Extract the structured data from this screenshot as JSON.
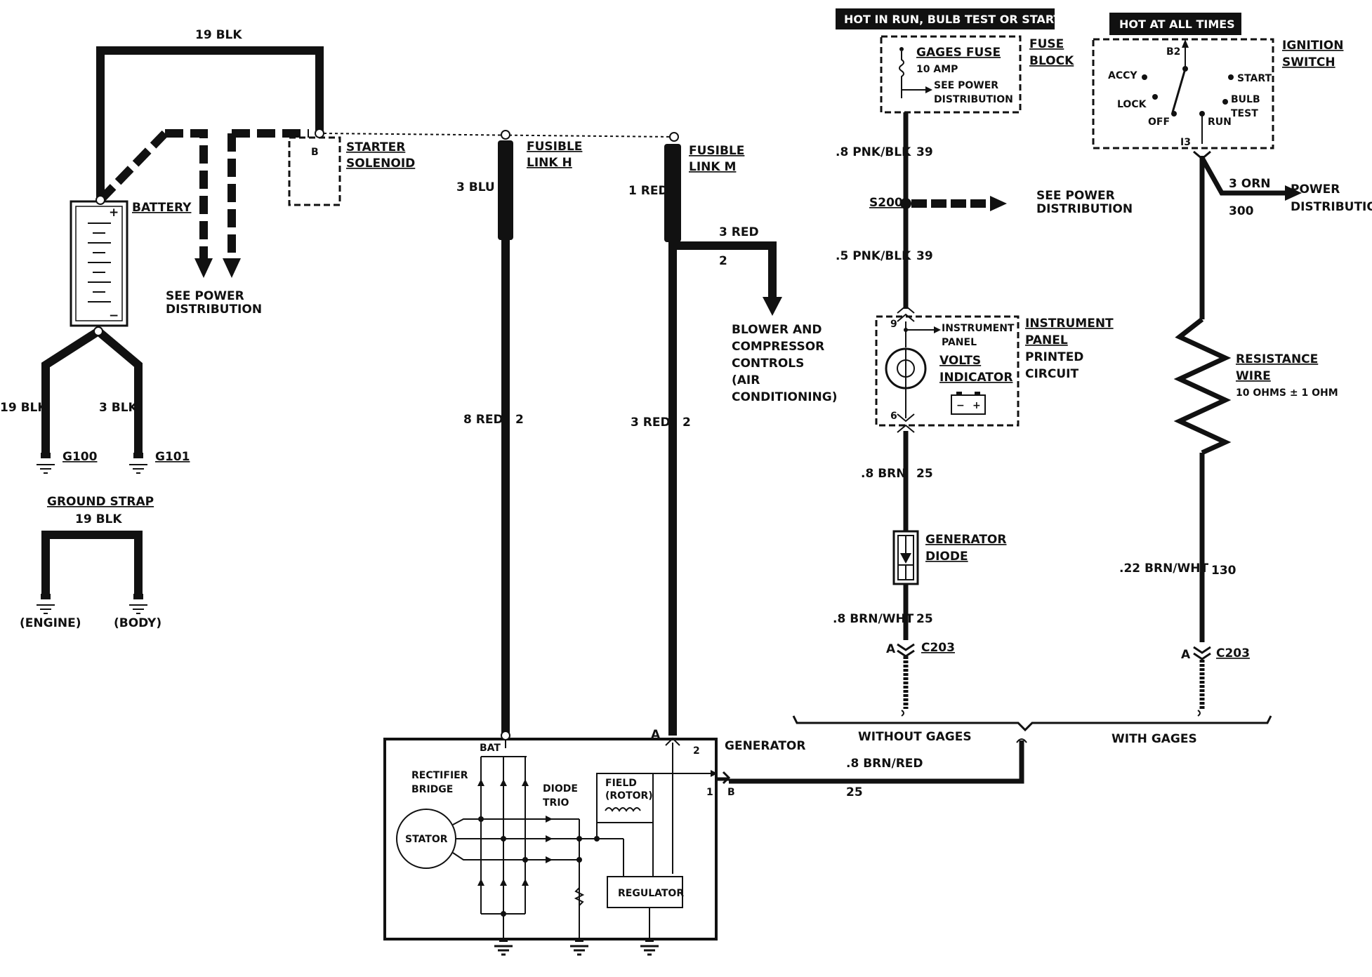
{
  "headers": {
    "hot_run": "HOT IN RUN, BULB TEST OR START",
    "hot_all": "HOT AT ALL TIMES"
  },
  "battery": {
    "label": "BATTERY",
    "top_wire": "19 BLK",
    "left_ground_wire": "19 BLK",
    "right_ground_wire": "3 BLK",
    "g100": "G100",
    "g101": "G101",
    "see_power_1": "SEE POWER",
    "see_power_2": "DISTRIBUTION"
  },
  "ground_strap": {
    "title": "GROUND STRAP",
    "wire": "19 BLK",
    "engine": "(ENGINE)",
    "body": "(BODY)"
  },
  "starter": {
    "terminal": "B",
    "label_1": "STARTER",
    "label_2": "SOLENOID"
  },
  "fusible_h": {
    "label_1": "FUSIBLE",
    "label_2": "LINK H",
    "wire_top": "3 BLU",
    "wire_bottom": "8 RED",
    "circuit": "2"
  },
  "fusible_m": {
    "label_1": "FUSIBLE",
    "label_2": "LINK M",
    "wire_top": "1 RED",
    "branch_wire": "3 RED",
    "branch_circuit": "2",
    "wire_bottom": "3 RED",
    "circuit": "2",
    "blower": [
      "BLOWER AND",
      "COMPRESSOR",
      "CONTROLS",
      "(AIR",
      "CONDITIONING)"
    ]
  },
  "fuse_block": {
    "fuse_name": "GAGES FUSE",
    "amp": "10 AMP",
    "see_1": "SEE POWER",
    "see_2": "DISTRIBUTION",
    "label_1": "FUSE",
    "label_2": "BLOCK"
  },
  "gages_circuit": {
    "wire1": ".8 PNK/BLK",
    "wire1_num": "39",
    "splice": "S200",
    "splice_see_1": "SEE POWER",
    "splice_see_2": "DISTRIBUTION",
    "wire2": ".5 PNK/BLK",
    "wire2_num": "39",
    "ip_pin_top": "9",
    "ip_pin_bottom": "6",
    "ip_inner_1": "INSTRUMENT",
    "ip_inner_2": "PANEL",
    "volts_1": "VOLTS",
    "volts_2": "INDICATOR",
    "ip_label": [
      "INSTRUMENT",
      "PANEL",
      "PRINTED",
      "CIRCUIT"
    ],
    "wire3": ".8 BRN",
    "wire3_num": "25",
    "diode_1": "GENERATOR",
    "diode_2": "DIODE",
    "wire4": ".8 BRN/WHT",
    "wire4_num": "25",
    "conn_pin": "A",
    "conn": "C203"
  },
  "ignition": {
    "b2": "B2",
    "accy": "ACCY",
    "lock": "LOCK",
    "off": "OFF",
    "run": "RUN",
    "start": "START",
    "bulb_1": "BULB",
    "bulb_2": "TEST",
    "i3": "I3",
    "label_1": "IGNITION",
    "label_2": "SWITCH",
    "orn_wire": "3 ORN",
    "orn_num": "300",
    "power_1": "POWER",
    "power_2": "DISTRIBUTION",
    "resist_1": "RESISTANCE",
    "resist_2": "WIRE",
    "resist_3": "10 OHMS ± 1 OHM",
    "wire": ".22 BRN/WHT",
    "wire_num": "130",
    "conn_pin": "A",
    "conn": "C203"
  },
  "options": {
    "without": "WITHOUT GAGES",
    "with": "WITH GAGES"
  },
  "generator": {
    "label": "GENERATOR",
    "bat": "BAT",
    "pin_a": "A",
    "pin_2": "2",
    "pin_1": "1",
    "pin_b": "B",
    "rectifier_1": "RECTIFIER",
    "rectifier_2": "BRIDGE",
    "diode_trio_1": "DIODE",
    "diode_trio_2": "TRIO",
    "field_1": "FIELD",
    "field_2": "(ROTOR)",
    "stator": "STATOR",
    "regulator": "REGULATOR",
    "out_wire": ".8 BRN/RED",
    "out_num": "25"
  }
}
